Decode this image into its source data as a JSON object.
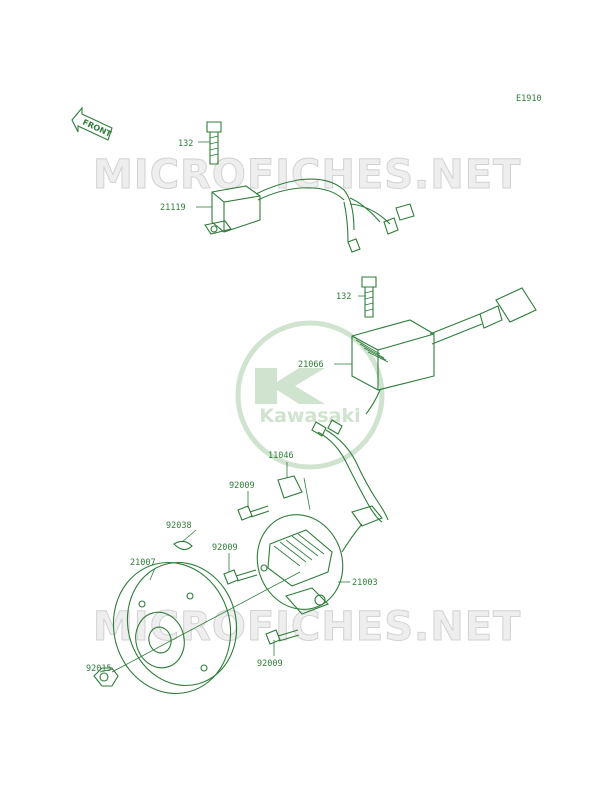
{
  "diagram_code": "E1910",
  "front_arrow_label": "FRONT",
  "watermark": "MICROFICHES.NET",
  "logo_text": "Kawasaki",
  "colors": {
    "line": "#2e7d3a",
    "watermark": "#d2d2d2",
    "logo": "#cfe3cf"
  },
  "parts": [
    {
      "id": "bolt-top",
      "number": "132"
    },
    {
      "id": "cdi-unit",
      "number": "21119"
    },
    {
      "id": "bolt-regulator",
      "number": "132"
    },
    {
      "id": "regulator",
      "number": "21066"
    },
    {
      "id": "grommet",
      "number": "11046"
    },
    {
      "id": "screw-upper",
      "number": "92009"
    },
    {
      "id": "key",
      "number": "92038"
    },
    {
      "id": "screw-mid",
      "number": "92009"
    },
    {
      "id": "flywheel",
      "number": "21007"
    },
    {
      "id": "stator",
      "number": "21003"
    },
    {
      "id": "nut",
      "number": "92015"
    },
    {
      "id": "screw-lower",
      "number": "92009"
    }
  ]
}
